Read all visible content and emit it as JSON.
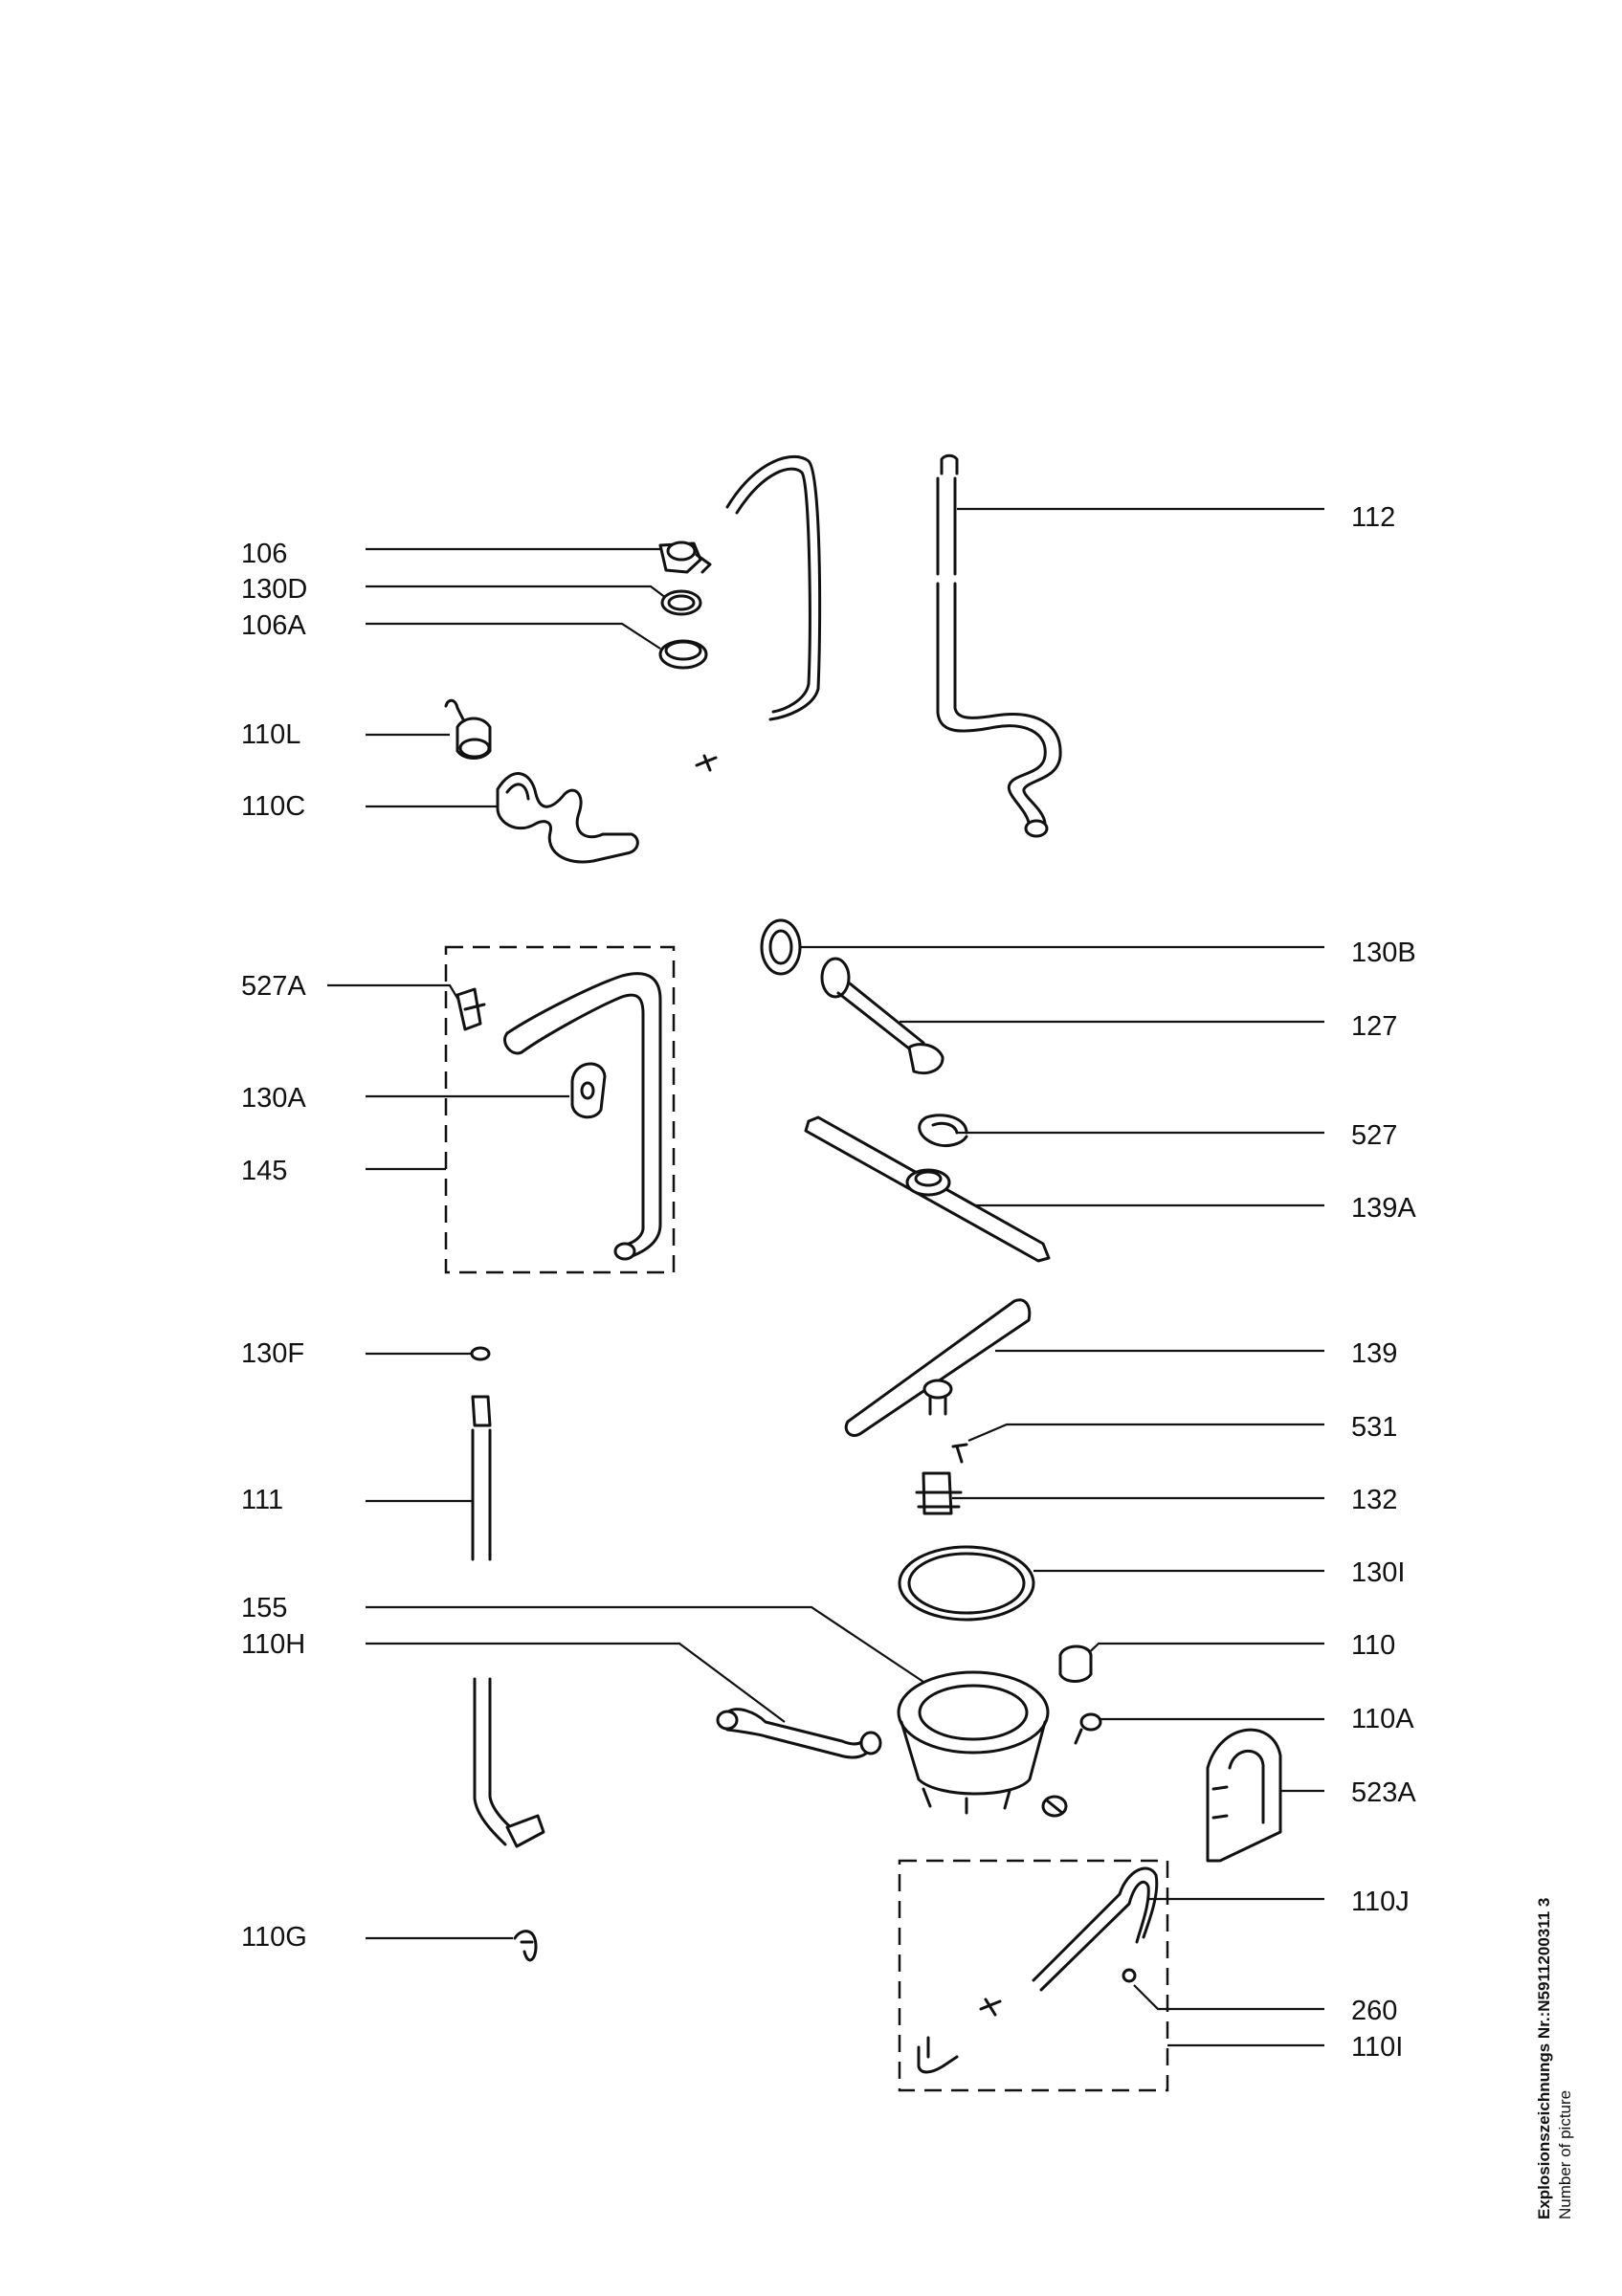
{
  "document": {
    "drawing_number": "Explosionszeichnungs Nr.:N5911200311 3",
    "subtitle": "Number of picture"
  },
  "labels": {
    "l106": "106",
    "l130D": "130D",
    "l106A": "106A",
    "l110L": "110L",
    "l110C": "110C",
    "l527A": "527A",
    "l130A": "130A",
    "l145": "145",
    "l130F": "130F",
    "l111": "111",
    "l155": "155",
    "l110H": "110H",
    "l110G": "110G",
    "l112": "112",
    "l130B": "130B",
    "l127": "127",
    "l527": "527",
    "l139A": "139A",
    "l139": "139",
    "l531": "531",
    "l132": "132",
    "l130I": "130I",
    "l110": "110",
    "l110A": "110A",
    "l523A": "523A",
    "l110J": "110J",
    "l260": "260",
    "l110I": "110I"
  }
}
